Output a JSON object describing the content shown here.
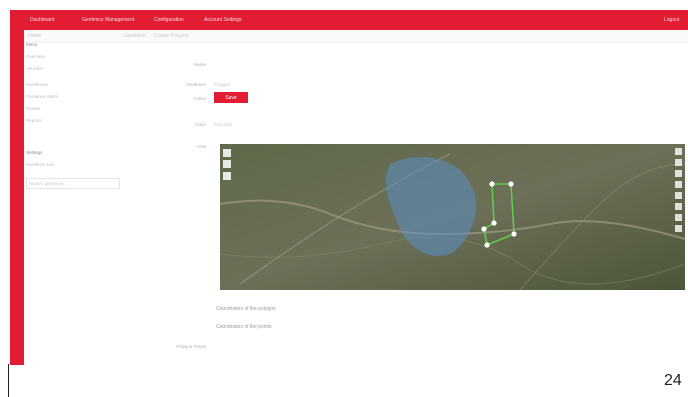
{
  "nav": {
    "items": [
      "Dashboard",
      "Geofence Management",
      "Configuration",
      "Account Settings"
    ],
    "right": "Logout"
  },
  "breadcrumb": [
    "Home",
    "Geofence",
    "Create Polygon"
  ],
  "sidebar": {
    "header": "Menu",
    "items": [
      "Overview",
      "Vehicles",
      "Geofences",
      "Geofence Alerts",
      "Routes",
      "Reports"
    ],
    "section": "Settings",
    "subitems": [
      "Geofence List"
    ],
    "search_placeholder": "Search geofence..."
  },
  "form": {
    "name_label": "Name",
    "type_label": "Geofence",
    "type_value": "Polygon",
    "action_label": "Action",
    "save_label": "Save",
    "color_label": "Color",
    "color_value": "#e21d33",
    "area_label": "Area"
  },
  "map": {
    "controls": [
      "zoom-in-icon",
      "zoom-out-icon",
      "pan-icon"
    ],
    "right_controls": 8,
    "polygon_vertices": 6
  },
  "below_map": {
    "line1": "Coordinates of the polygon",
    "line2": "Coordinates of the points",
    "label3": "Polygon Points"
  },
  "page_number": "24",
  "colors": {
    "accent": "#e21d33",
    "polygon": "#5bd24e",
    "overlay": "#5a8fc7"
  }
}
